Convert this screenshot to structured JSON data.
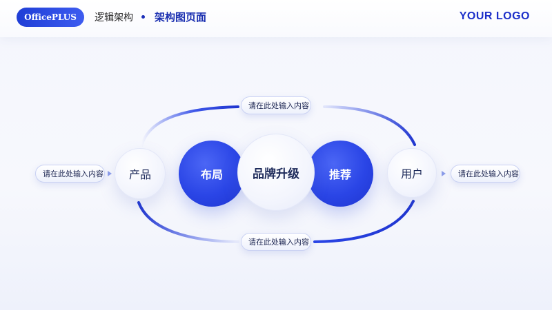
{
  "header": {
    "brand": "OfficePLUS",
    "breadcrumb": "逻辑架构",
    "title": "架构图页面",
    "logo": "YOUR LOGO"
  },
  "diagram": {
    "nodes": {
      "product": "产品",
      "layout": "布局",
      "brand_upgrade": "品牌升级",
      "recommend": "推荐",
      "user": "用户"
    },
    "labels": {
      "top": "请在此处输入内容",
      "bottom": "请在此处输入内容",
      "left": "请在此处输入内容",
      "right": "请在此处输入内容"
    }
  },
  "colors": {
    "accent": "#2a45e6",
    "accent_dark": "#1a2fb0"
  }
}
